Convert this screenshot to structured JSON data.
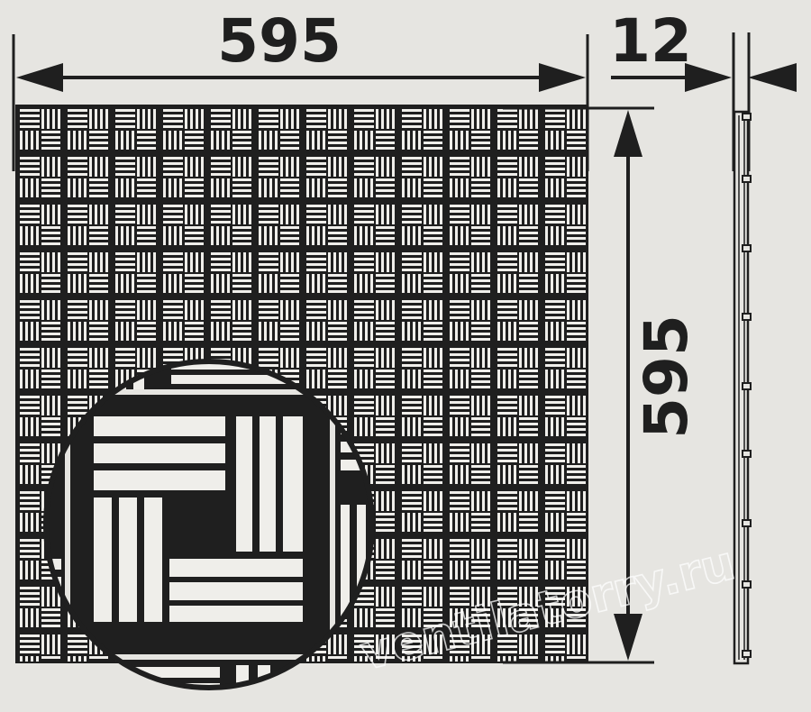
{
  "drawing": {
    "width_label": "595",
    "height_label": "595",
    "thickness_label": "12",
    "watermark": "ventilatorry.ru",
    "tile_pattern": "basketweave",
    "colors": {
      "background": "#e6e5e1",
      "ink": "#1f1f1f",
      "strip": "#efeeea"
    }
  }
}
